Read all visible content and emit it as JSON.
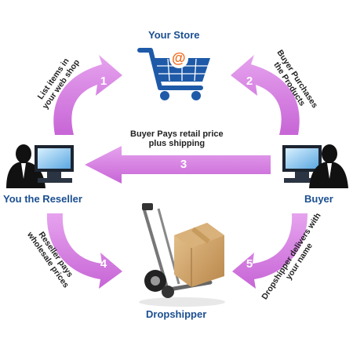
{
  "nodes": {
    "store": "Your Store",
    "reseller": "You the Reseller",
    "buyer": "Buyer",
    "dropshipper": "Dropshipper"
  },
  "store_symbol": "@",
  "steps": [
    {
      "number": "1",
      "lines": [
        "List items in",
        "your web shop"
      ]
    },
    {
      "number": "2",
      "lines": [
        "Buyer Purchases",
        "the Products"
      ]
    },
    {
      "number": "3",
      "lines": [
        "Buyer Pays retail price",
        "plus shipping"
      ]
    },
    {
      "number": "4",
      "lines": [
        "Reseller pays",
        "wholesale prices"
      ]
    },
    {
      "number": "5",
      "lines": [
        "Dropshipper delivers with",
        "your name"
      ]
    }
  ],
  "colors": {
    "arrow": "#d77fe0",
    "arrow_dark": "#b85ac4",
    "title": "#1b4f91",
    "cart": "#1e5aa8",
    "cart_symbol": "#f26a1b"
  },
  "icons": [
    "shopping-cart-icon",
    "businessman-computer-icon",
    "hand-truck-box-icon"
  ]
}
